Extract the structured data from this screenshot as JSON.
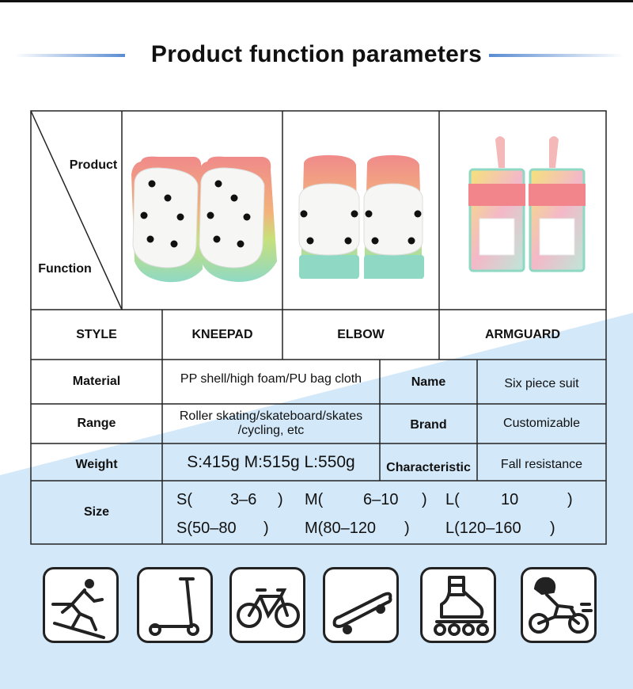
{
  "title": "Product function parameters",
  "header": {
    "product_label": "Product",
    "function_label": "Function"
  },
  "style_row": {
    "label": "STYLE",
    "items": [
      "KNEEPAD",
      "ELBOW",
      "ARMGUARD"
    ]
  },
  "specs": {
    "material_label": "Material",
    "material_value": "PP shell/high foam/PU bag cloth",
    "range_label": "Range",
    "range_value_line1": "Roller skating/skateboard/skates",
    "range_value_line2": "/cycling, etc",
    "weight_label": "Weight",
    "weight_value": "S:415g  M:515g  L:550g",
    "size_label": "Size",
    "size_line1": [
      "S(",
      "3–6",
      ")",
      "M(",
      "6–10",
      ")",
      "L(",
      "10",
      ")"
    ],
    "size_line2": [
      "S(50–80",
      ")",
      "M(80–120",
      ")",
      "L(120–160",
      ")"
    ],
    "name_label": "Name",
    "name_value": "Six piece suit",
    "brand_label": "Brand",
    "brand_value": "Customizable",
    "characteristic_label": "Characteristic",
    "characteristic_value": "Fall resistance"
  },
  "activity_icons": [
    "skiing-icon",
    "scooter-icon",
    "bicycle-icon",
    "skateboard-icon",
    "inline-skate-icon",
    "motorcycle-icon"
  ],
  "colors": {
    "pad_pink": "#f08a8a",
    "pad_yellow": "#f5e27a",
    "pad_mint": "#8fd9c4",
    "shell_white": "#f6f7f4",
    "bg_blue": "#cfe6f7",
    "title_line": "#5a8cd2"
  }
}
